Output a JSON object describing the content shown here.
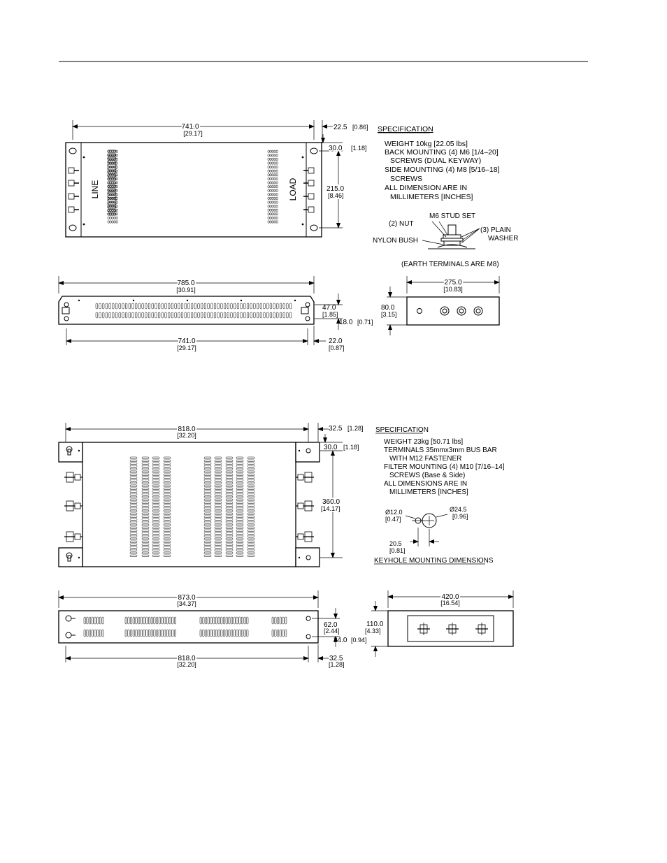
{
  "figure1": {
    "top": {
      "width": "741.0",
      "width_in": "[29.17]",
      "edge": "22.5",
      "edge_in": "[0.86]",
      "hole": "30.0",
      "hole_in": "[1.18]",
      "height": "215.0",
      "height_in": "[8.46]",
      "label_line": "LINE",
      "label_load": "LOAD"
    },
    "spec": {
      "heading": "SPECIFICATION",
      "lines": [
        "WEIGHT 10kg [22.05 lbs]",
        "BACK MOUNTING (4) M6 [1/4–20]",
        "SCREWS (DUAL KEYWAY)",
        "SIDE MOUNTING (4) M8 [5/16–18]",
        "SCREWS",
        "ALL DIMENSION ARE IN",
        "MILLIMETERS [INCHES]"
      ]
    },
    "stud": {
      "stud_set": "M6 STUD SET",
      "nut": "(2) NUT",
      "washer1": "(3) PLAIN",
      "washer2": "WASHER",
      "bush": "NYLON BUSH",
      "earth": "(EARTH TERMINALS ARE M8)"
    },
    "side": {
      "overall": "785.0",
      "overall_in": "[30.91]",
      "inner": "741.0",
      "inner_in": "[29.17]",
      "h1": "47.0",
      "h1_in": "[1.85]",
      "h2": "18.0",
      "h2_in": "[0.71]",
      "edge": "22.0",
      "edge_in": "[0.87]"
    },
    "end": {
      "width": "275.0",
      "width_in": "[10.83]",
      "height": "80.0",
      "height_in": "[3.15]"
    }
  },
  "figure2": {
    "top": {
      "width": "818.0",
      "width_in": "[32.20]",
      "edge": "32.5",
      "edge_in": "[1.28]",
      "hole": "30.0",
      "hole_in": "[1.18]",
      "height": "360.0",
      "height_in": "[14.17]"
    },
    "spec": {
      "heading": "SPECIFICATION",
      "lines": [
        "WEIGHT 23kg [50.71 lbs]",
        "TERMINALS 35mmx3mm BUS BAR",
        "WITH M12 FASTENER",
        "FILTER MOUNTING (4) M10 [7/16–14]",
        "SCREWS (Base & Side)",
        "ALL DIMENSIONS ARE IN",
        "MILLIMETERS [INCHES]"
      ]
    },
    "keyhole": {
      "small": "Ø12.0",
      "small_in": "[0.47]",
      "large": "Ø24.5",
      "large_in": "[0.96]",
      "offset": "20.5",
      "offset_in": "[0.81]",
      "caption": "KEYHOLE MOUNTING DIMENSIONS"
    },
    "side": {
      "overall": "873.0",
      "overall_in": "[34.37]",
      "inner": "818.0",
      "inner_in": "[32.20]",
      "h1": "62.0",
      "h1_in": "[2.44]",
      "h2": "24.0",
      "h2_in": "[0.94]",
      "edge": "32.5",
      "edge_in": "[1.28]"
    },
    "end": {
      "width": "420.0",
      "width_in": "[16.54]",
      "height": "110.0",
      "height_in": "[4.33]"
    }
  }
}
